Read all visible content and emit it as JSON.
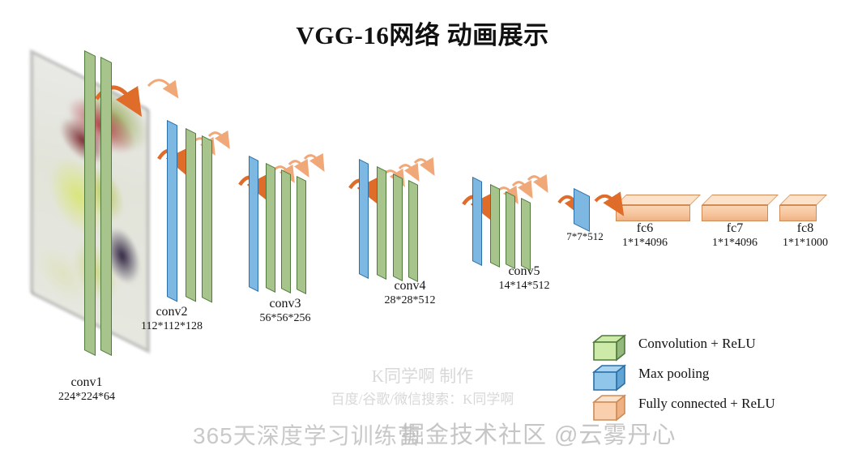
{
  "title": "VGG-16网络 动画展示",
  "blocks": [
    {
      "name": "conv1",
      "dims": "224*224*64"
    },
    {
      "name": "conv2",
      "dims": "112*112*128"
    },
    {
      "name": "conv3",
      "dims": "56*56*256"
    },
    {
      "name": "conv4",
      "dims": "28*28*512"
    },
    {
      "name": "conv5",
      "dims": "14*14*512"
    }
  ],
  "pool_label": "7*7*512",
  "fc": [
    {
      "name": "fc6",
      "dims": "1*1*4096"
    },
    {
      "name": "fc7",
      "dims": "1*1*4096"
    },
    {
      "name": "fc8",
      "dims": "1*1*1000"
    }
  ],
  "legend": [
    {
      "icon": "green-cube-icon",
      "label": "Convolution + ReLU",
      "color": "#a6c48b"
    },
    {
      "icon": "blue-cube-icon",
      "label": "Max pooling",
      "color": "#7cb8e2"
    },
    {
      "icon": "orange-cube-icon",
      "label": "Fully connected + ReLU",
      "color": "#f6c49b"
    }
  ],
  "watermarks": {
    "author": "K同学啊 制作",
    "search": "百度/谷歌/微信搜索：K同学啊",
    "site": "365天深度学习训练营",
    "community": "掘金技术社区 @云雾丹心"
  },
  "colors": {
    "conv_face": "#a6c48b",
    "conv_top": "#cdeaa8",
    "conv_edge": "#4f7a3c",
    "pool_face": "#7cb8e2",
    "pool_top": "#a9d5f0",
    "pool_edge": "#2b6fa8",
    "fc_face": "#f6c49b",
    "fc_edge": "#cf8b55",
    "arrow": "#e06c2a",
    "arrow_light": "#f0a878",
    "title": "#111111"
  }
}
